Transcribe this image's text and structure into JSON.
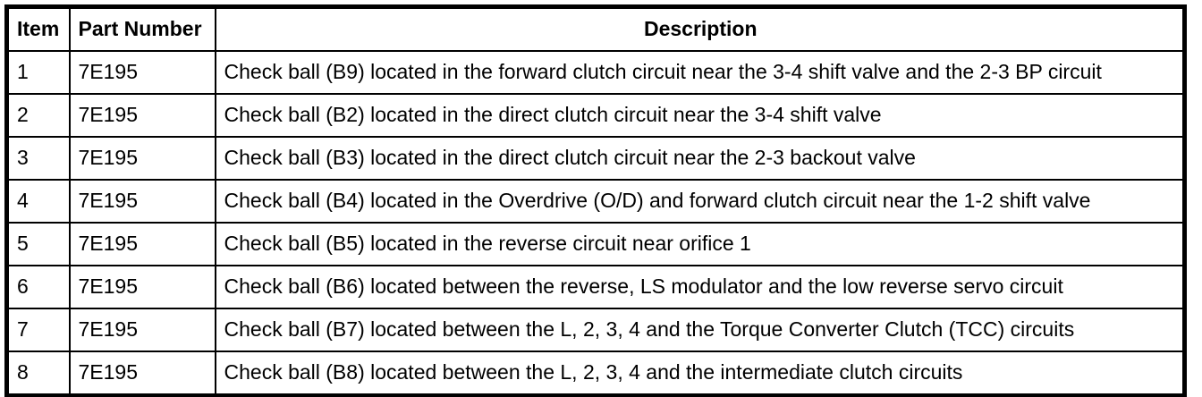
{
  "table": {
    "headers": {
      "item": "Item",
      "part_number": "Part Number",
      "description": "Description"
    },
    "rows": [
      {
        "item": "1",
        "part_number": "7E195",
        "description": "Check ball (B9) located in the forward clutch circuit near the 3-4 shift valve and the 2-3 BP circuit"
      },
      {
        "item": "2",
        "part_number": "7E195",
        "description": "Check ball (B2) located in the direct clutch circuit near the 3-4 shift valve"
      },
      {
        "item": "3",
        "part_number": "7E195",
        "description": "Check ball (B3) located in the direct clutch circuit near the 2-3 backout valve"
      },
      {
        "item": "4",
        "part_number": "7E195",
        "description": "Check ball (B4) located in the Overdrive (O/D) and forward clutch circuit near the 1-2 shift valve"
      },
      {
        "item": "5",
        "part_number": "7E195",
        "description": "Check ball (B5) located in the reverse circuit near orifice 1"
      },
      {
        "item": "6",
        "part_number": "7E195",
        "description": "Check ball (B6) located between the reverse, LS modulator and the low reverse servo circuit"
      },
      {
        "item": "7",
        "part_number": "7E195",
        "description": "Check ball (B7) located between the L, 2, 3, 4 and the Torque Converter Clutch (TCC) circuits"
      },
      {
        "item": "8",
        "part_number": "7E195",
        "description": "Check ball (B8) located between the L, 2, 3, 4 and the intermediate clutch circuits"
      }
    ],
    "colors": {
      "border": "#000000",
      "background": "#ffffff",
      "text": "#000000"
    }
  }
}
